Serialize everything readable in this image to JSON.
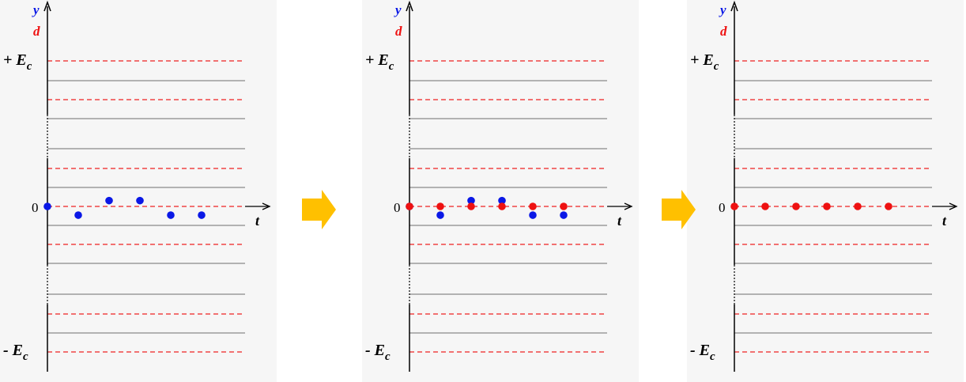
{
  "panels": [
    {
      "name": "panel-1",
      "labels": {
        "y": "y",
        "d": "d",
        "pos": "+ E",
        "neg": "- E",
        "sub": "c",
        "zero": "0",
        "t": "t"
      },
      "points_y": [
        {
          "x": 0,
          "y": 0
        },
        {
          "x": 1,
          "y": -0.06
        },
        {
          "x": 2,
          "y": 0.04
        },
        {
          "x": 3,
          "y": 0.04
        },
        {
          "x": 4,
          "y": -0.06
        },
        {
          "x": 5,
          "y": -0.06
        }
      ],
      "points_d": []
    },
    {
      "name": "panel-2",
      "labels": {
        "y": "y",
        "d": "d",
        "pos": "+ E",
        "neg": "- E",
        "sub": "c",
        "zero": "0",
        "t": "t"
      },
      "points_y": [
        {
          "x": 0,
          "y": 0
        },
        {
          "x": 1,
          "y": -0.06
        },
        {
          "x": 2,
          "y": 0.04
        },
        {
          "x": 3,
          "y": 0.04
        },
        {
          "x": 4,
          "y": -0.06
        },
        {
          "x": 5,
          "y": -0.06
        }
      ],
      "points_d": [
        {
          "x": 0,
          "y": 0
        },
        {
          "x": 1,
          "y": 0
        },
        {
          "x": 2,
          "y": 0
        },
        {
          "x": 3,
          "y": 0
        },
        {
          "x": 4,
          "y": 0
        },
        {
          "x": 5,
          "y": 0
        }
      ]
    },
    {
      "name": "panel-3",
      "labels": {
        "y": "y",
        "d": "d",
        "pos": "+ E",
        "neg": "- E",
        "sub": "c",
        "zero": "0",
        "t": "t"
      },
      "points_y": [],
      "points_d": [
        {
          "x": 0,
          "y": 0
        },
        {
          "x": 1,
          "y": 0
        },
        {
          "x": 2,
          "y": 0
        },
        {
          "x": 3,
          "y": 0
        },
        {
          "x": 4,
          "y": 0
        },
        {
          "x": 5,
          "y": 0
        }
      ]
    }
  ],
  "colors": {
    "y_series": "#0a18e6",
    "d_series": "#ee1111",
    "threshold_dash": "#ee2222",
    "grid_line": "#8a8a8a",
    "axis": "#000000",
    "arrow": "#ffc000",
    "label_black": "#000000"
  },
  "icons": [
    "right-arrow-icon",
    "right-arrow-icon"
  ]
}
